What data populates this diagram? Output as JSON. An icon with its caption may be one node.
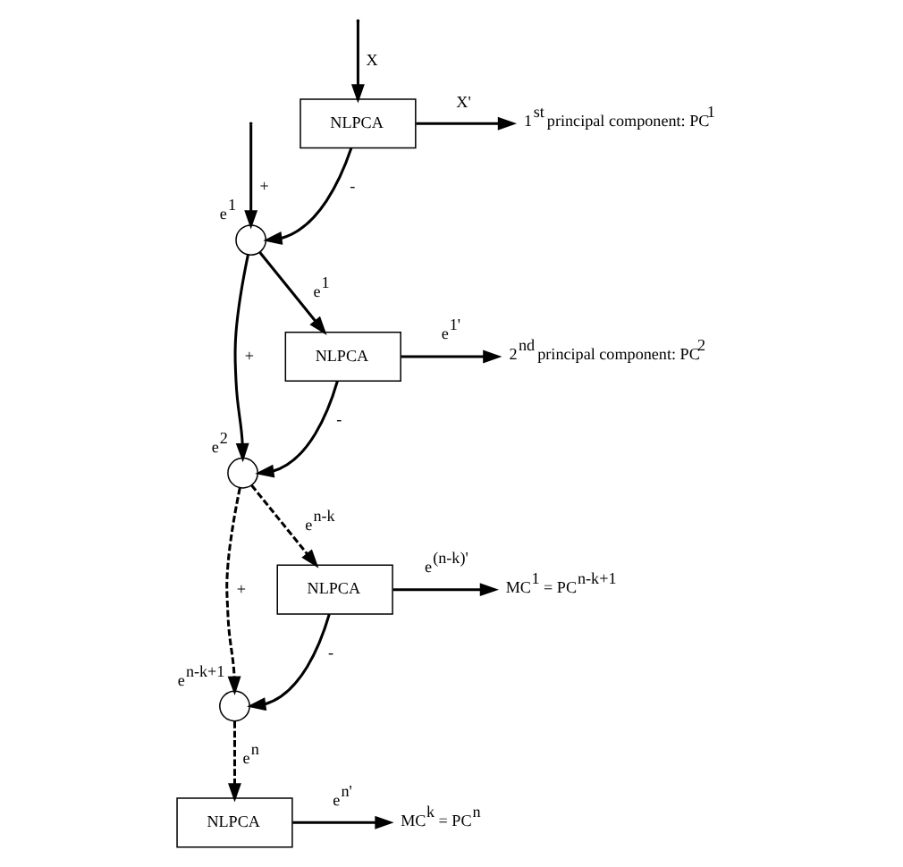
{
  "diagram": {
    "nodes": [
      {
        "text": [
          "NLPCA"
        ]
      },
      {
        "text": [
          "1$^{st}$ principal component: PC$^{1}$"
        ]
      },
      {
        "text": [],
        "shape": "circle",
        "beside": [
          "e$^{1}$"
        ]
      },
      {
        "text": [
          "NLPCA"
        ]
      },
      {
        "text": [
          "2$^{nd}$ principal component: PC$^{2}$"
        ]
      },
      {
        "text": [],
        "shape": "circle",
        "beside": [
          "e$^{2}$"
        ]
      },
      {
        "text": [
          "NLPCA"
        ]
      },
      {
        "text": [
          "MC$^{1}$ = PC$^{n-k+1}$"
        ]
      },
      {
        "text": [],
        "shape": "circle",
        "beside": [
          "e$^{n-k+1}$"
        ]
      },
      {
        "text": [
          "NLPCA"
        ]
      },
      {
        "text": [
          "MC$^{k}$ = PC$^{n}$"
        ]
      }
    ],
    "edges": [
      {
        "from": null,
        "to": 0,
        "arrow": "to",
        "label": "X"
      },
      {
        "from": null,
        "to": 2,
        "arrow": "to",
        "label": "+"
      },
      {
        "from": 0,
        "to": 1,
        "arrow": "to",
        "label": "X'"
      },
      {
        "from": 0,
        "to": 2,
        "arrow": "to",
        "label": "-"
      },
      {
        "from": 2,
        "to": 3,
        "arrow": "to",
        "label": "e$^{1}$"
      },
      {
        "from": 2,
        "to": 5,
        "arrow": "to",
        "label": "+"
      },
      {
        "from": 3,
        "to": 4,
        "arrow": "to",
        "label": "e$^{1'}$"
      },
      {
        "from": 3,
        "to": 5,
        "arrow": "to",
        "label": "-"
      },
      {
        "from": 5,
        "to": 6,
        "arrow": "to",
        "label": "e$^{n-k}$",
        "style": "dashed"
      },
      {
        "from": 5,
        "to": 8,
        "arrow": "to",
        "label": "+",
        "style": "dashed"
      },
      {
        "from": 6,
        "to": 7,
        "arrow": "to",
        "label": "e$^{(n-k)'}$"
      },
      {
        "from": 6,
        "to": 8,
        "arrow": "to",
        "label": "-"
      },
      {
        "from": 8,
        "to": 9,
        "arrow": "to",
        "label": "e$^{n}$",
        "style": "dashed"
      },
      {
        "from": 9,
        "to": 10,
        "arrow": "to",
        "label": "e$^{n'}$"
      }
    ]
  }
}
